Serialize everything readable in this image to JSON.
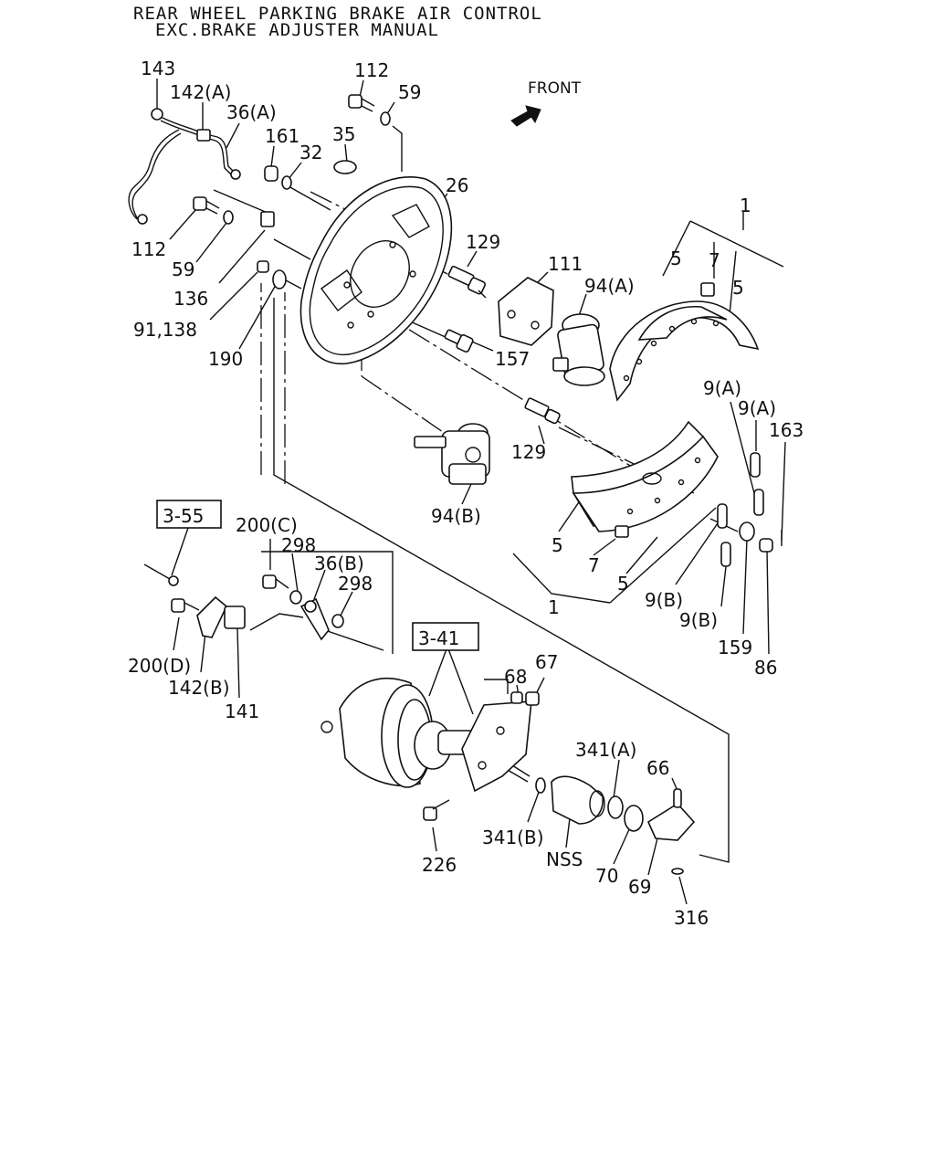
{
  "title": {
    "line1": "REAR WHEEL PARKING BRAKE AIR CONTROL",
    "line2": "EXC.BRAKE ADJUSTER MANUAL"
  },
  "front_label": "FRONT",
  "callouts": {
    "c143": "143",
    "c142a": "142(A)",
    "c36a": "36(A)",
    "c112a": "112",
    "c59a": "59",
    "c161": "161",
    "c32": "32",
    "c35": "35",
    "c26": "26",
    "c112b": "112",
    "c59b": "59",
    "c136": "136",
    "c91138": "91,138",
    "c190": "190",
    "c129a": "129",
    "c111": "111",
    "c94a": "94(A)",
    "c157": "157",
    "c1a": "1",
    "c5a": "5",
    "c7a": "7",
    "c5b": "5",
    "c129b": "129",
    "c94b": "94(B)",
    "c9a1": "9(A)",
    "c9a2": "9(A)",
    "c163": "163",
    "c5c": "5",
    "c7b": "7",
    "c5d": "5",
    "c1b": "1",
    "c9b1": "9(B)",
    "c9b2": "9(B)",
    "c159": "159",
    "c86": "86",
    "c200c": "200(C)",
    "c298a": "298",
    "c36b": "36(B)",
    "c298b": "298",
    "c200d": "200(D)",
    "c142b": "142(B)",
    "c141": "141",
    "c68": "68",
    "c67": "67",
    "c341a": "341(A)",
    "c66": "66",
    "c341b": "341(B)",
    "cnss": "NSS",
    "c70": "70",
    "c69": "69",
    "c316": "316",
    "c226": "226"
  },
  "references": {
    "r355": "3-55",
    "r341": "3-41"
  }
}
